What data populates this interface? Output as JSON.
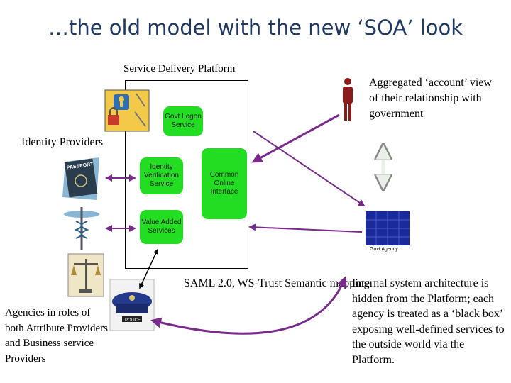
{
  "title": "…the old model with the new ‘SOA’ look",
  "platform": {
    "label": "Service Delivery Platform",
    "services": {
      "logon": "Govt Logon Service",
      "identity": "Identity Verification Service",
      "interface": "Common Online Interface",
      "value_added": "Value Added Services"
    }
  },
  "aggregated_text": "Aggregated ‘account’ view of their relationship with government",
  "identity_providers_label": "Identity Providers",
  "saml_text": "SAML 2.0, WS-Trust Semantic mapping",
  "agencies_text": "Agencies in roles of both Attribute Providers and Business service Providers",
  "internal_text": "Internal system architecture is hidden from the Platform; each agency is treated as a ‘black box’ exposing well-defined services to the outside world via the Platform.",
  "govt_agency_label": "Govt Agency",
  "icons": [
    "keys-lock-icon",
    "passport-icon",
    "medical-caduceus-icon",
    "justice-scales-icon",
    "police-cap-icon",
    "person-icon",
    "govt-building-icon"
  ],
  "colors": {
    "title": "#1f3864",
    "service": "#22dd22",
    "arrow": "#7a2a8a",
    "person": "#8b1a1a",
    "building": "#1a2a9a"
  }
}
